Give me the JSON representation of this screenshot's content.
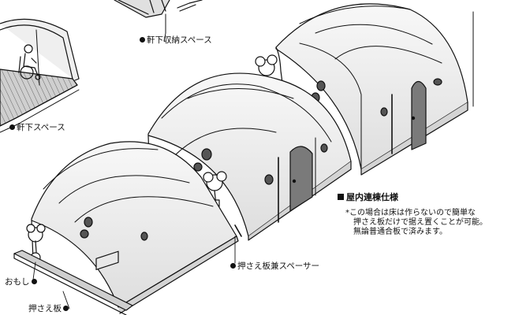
{
  "labels": {
    "eave_storage": "軒下収納スペース",
    "eave_space": "軒下スペース",
    "spacer": "押さえ板兼スペーサー",
    "weight": "おもし",
    "press_board": "押さえ板"
  },
  "indoor_section": {
    "heading": "屋内連棟仕様",
    "note_lines": [
      "*この場合は床は作らないので簡単な",
      "押さえ板だけで据え置くことが可能。",
      "無論普通合板で済みます。"
    ]
  },
  "colors": {
    "ink": "#111111",
    "vault_fill": "#e6e6e6",
    "vault_highlight": "#f7f7f7",
    "door": "#7a7a7a",
    "spot": "#555555",
    "deck": "#c8c8c8"
  }
}
